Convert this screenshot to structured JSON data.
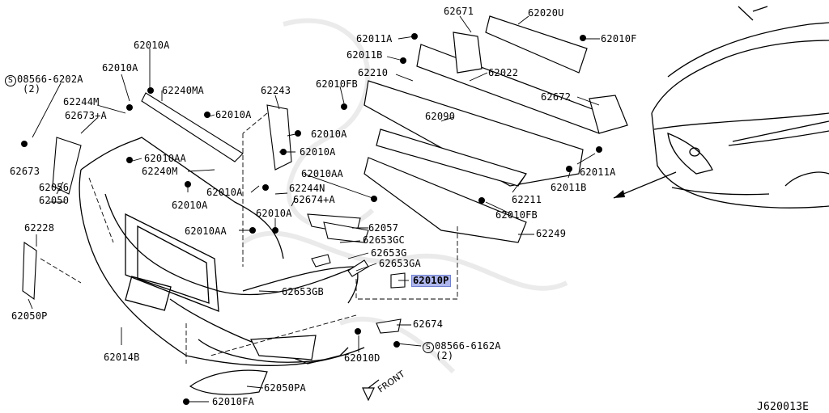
{
  "diagram_id": "J620013E",
  "front_label": "FRONT",
  "highlight_color": "#aeb6ec",
  "parts": [
    "62671",
    "62020U",
    "62011A",
    "62010F",
    "62011B",
    "62210",
    "62022",
    "62010FB",
    "62090",
    "62672",
    "62011A",
    "62011B",
    "62211",
    "62010FB",
    "62249",
    "62010A",
    "62010A",
    "08566-6202A",
    "(2)",
    "62240MA",
    "62243",
    "62244M",
    "62673+A",
    "62010A",
    "62010A",
    "62010A",
    "62673",
    "62010AA",
    "62240M",
    "62056",
    "62010A",
    "62010A",
    "62010AA",
    "62244N",
    "62050",
    "62674+A",
    "62228",
    "62010A",
    "62057",
    "62010AA",
    "62653GC",
    "62653G",
    "62653GA",
    "62010P",
    "62050P",
    "62653GB",
    "62674",
    "62014B",
    "62010D",
    "08566-6162A",
    "(2)",
    "62050PA",
    "62010FA"
  ]
}
